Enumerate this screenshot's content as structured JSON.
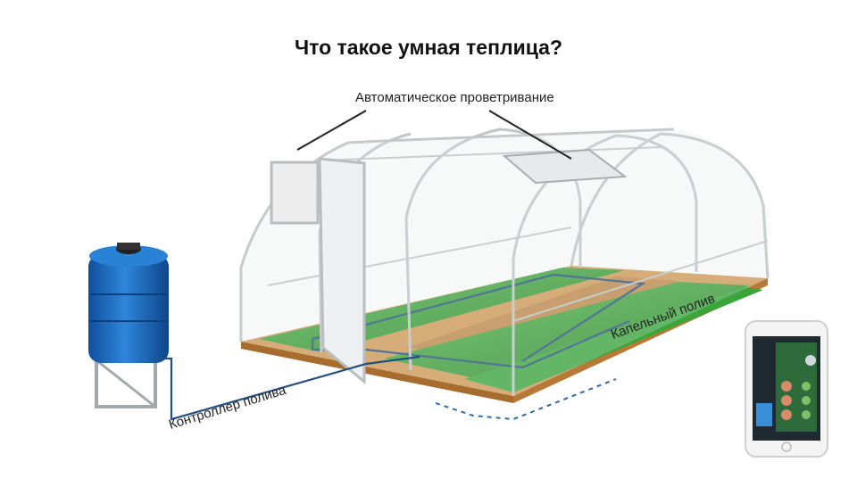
{
  "title": "Что такое умная теплица?",
  "labels": {
    "ventilation": "Автоматическое проветривание",
    "drip_irrigation": "Капельный полив",
    "irrigation_controller": "Контроллер полива"
  },
  "colors": {
    "frame": "#c9ccce",
    "tank": "#1e73c8",
    "plants": "#2f9a2c",
    "soil": "#c98d45",
    "pipe": "#2a5e8f"
  },
  "icons": [
    "water-tank-icon",
    "smartphone-app-icon"
  ]
}
